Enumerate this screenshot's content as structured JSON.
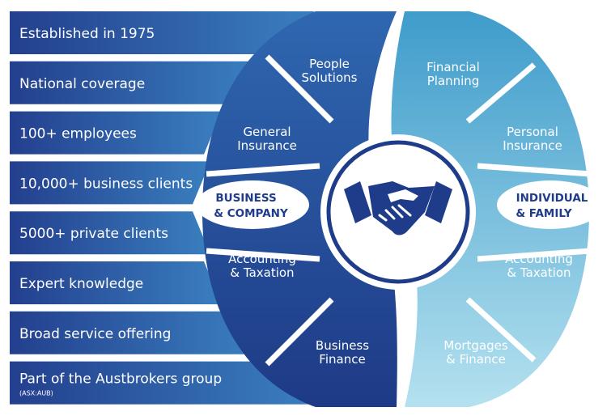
{
  "features": [
    {
      "label": "Established in 1975"
    },
    {
      "label": "National coverage"
    },
    {
      "label": "100+ employees"
    },
    {
      "label": "10,000+ business clients"
    },
    {
      "label": "5000+ private clients"
    },
    {
      "label": "Expert knowledge"
    },
    {
      "label": "Broad service offering"
    },
    {
      "label": "Part of the Austbrokers group",
      "sublabel": "(ASX:AUB)"
    }
  ],
  "business": {
    "title_line1": "BUSINESS",
    "title_line2": "& COMPANY",
    "segments": [
      {
        "line1": "People",
        "line2": "Solutions"
      },
      {
        "line1": "General",
        "line2": "Insurance"
      },
      {
        "line1": "Accounting",
        "line2": "& Taxation"
      },
      {
        "line1": "Business",
        "line2": "Finance"
      }
    ]
  },
  "individual": {
    "title_line1": "INDIVIDUAL",
    "title_line2": "& FAMILY",
    "segments": [
      {
        "line1": "Financial",
        "line2": "Planning"
      },
      {
        "line1": "Personal",
        "line2": "Insurance"
      },
      {
        "line1": "Accounting",
        "line2": "& Taxation"
      },
      {
        "line1": "Mortgages",
        "line2": "& Finance"
      }
    ]
  },
  "center": {
    "icon": "handshake-icon"
  },
  "colors": {
    "business_dark": "#1f3c8a",
    "business_mid": "#2a5ba6",
    "individual_mid": "#5fb3d6",
    "individual_light": "#a9dcec"
  }
}
